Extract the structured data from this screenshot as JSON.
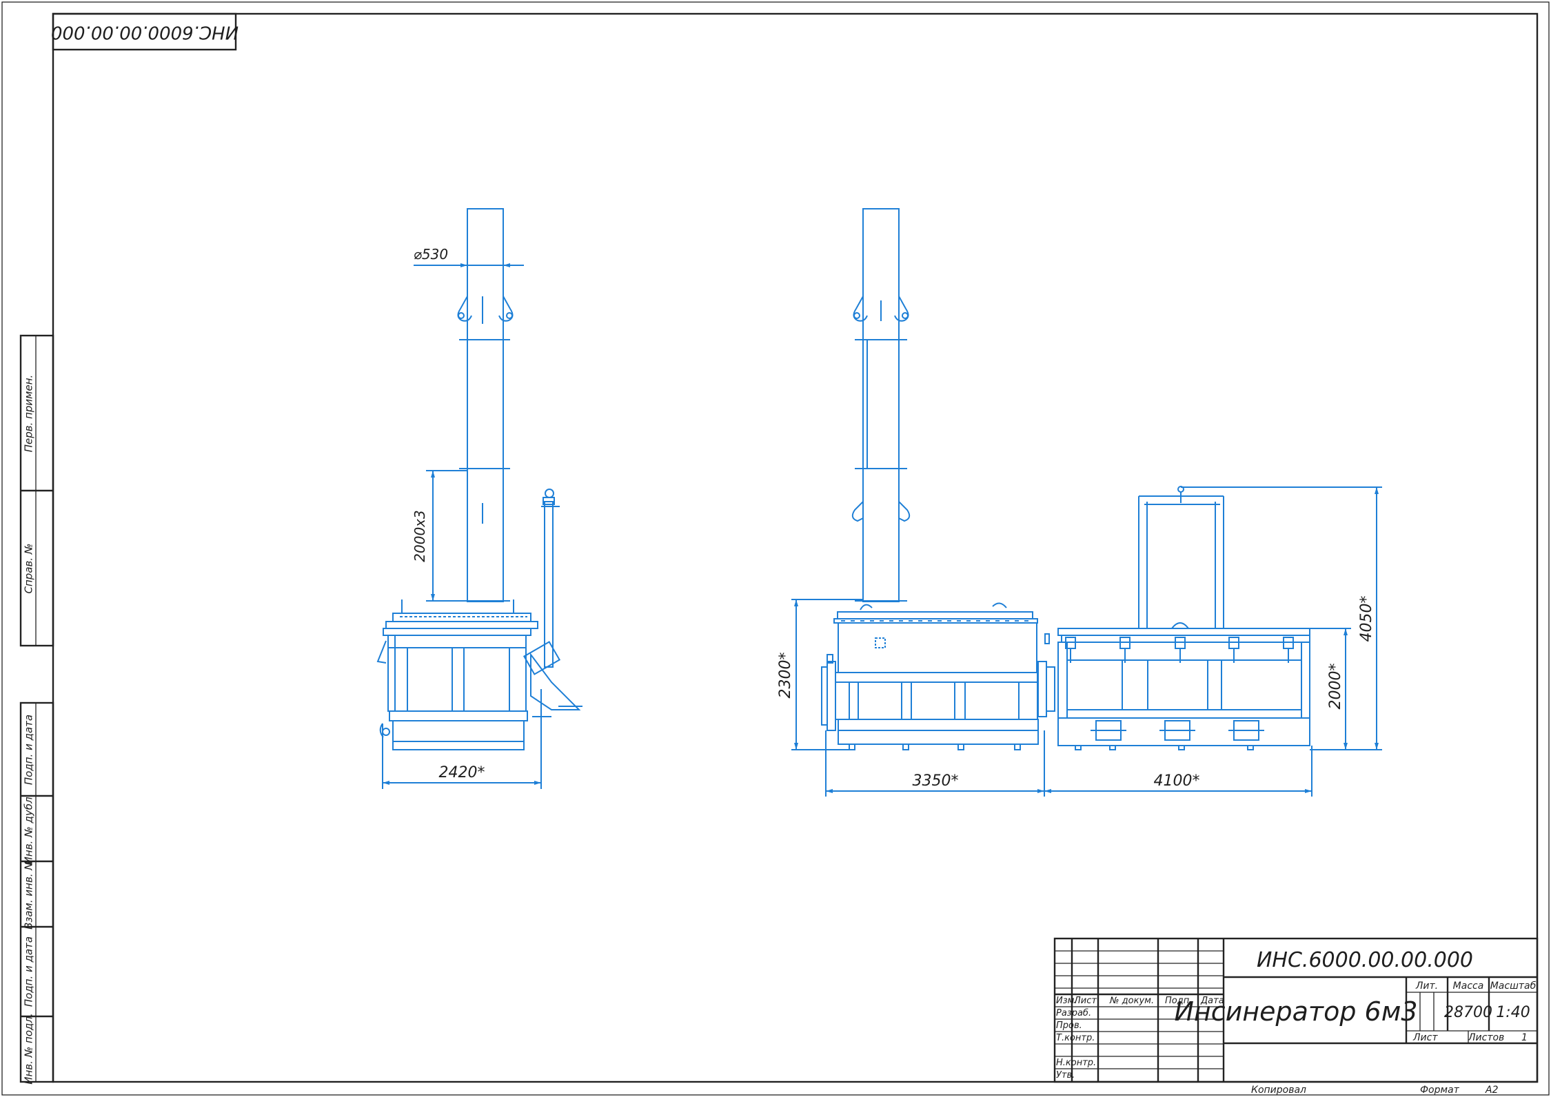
{
  "drawing": {
    "stamp_top_rotated": "ИНС.6000.00.00.000",
    "designation": "ИНС.6000.00.00.000",
    "name": "Инсинератор 6м3",
    "mass": "28700",
    "scale": "1:40",
    "sheet_label": "Лист",
    "sheets_label": "Листов",
    "sheets_value": "1",
    "copied": "Копировал",
    "format": "Формат",
    "format_value": "A2"
  },
  "title_block": {
    "col_headers": [
      "Изм.",
      "Лист",
      "№ докум.",
      "Подп.",
      "Дата"
    ],
    "rows": [
      "Разраб.",
      "Пров.",
      "Т.контр.",
      "Н.контр.",
      "Утв."
    ],
    "lit": "Лит.",
    "mass_label": "Масса",
    "scale_label": "Масштаб"
  },
  "side_strip": [
    "Перв. примен.",
    "Справ. №",
    "Подп. и дата",
    "Инв. № дубл.",
    "Взам. инв. №",
    "Подп. и дата",
    "Инв. № подл."
  ],
  "dimensions": {
    "d530": "⌀530",
    "h2000x3": "2000х3",
    "w2420": "2420*",
    "w3350": "3350*",
    "w4100": "4100*",
    "h2300": "2300*",
    "h2000": "2000*",
    "h4050": "4050*"
  },
  "colors": {
    "drawing": "#1e7fd6",
    "frame": "#222222"
  }
}
